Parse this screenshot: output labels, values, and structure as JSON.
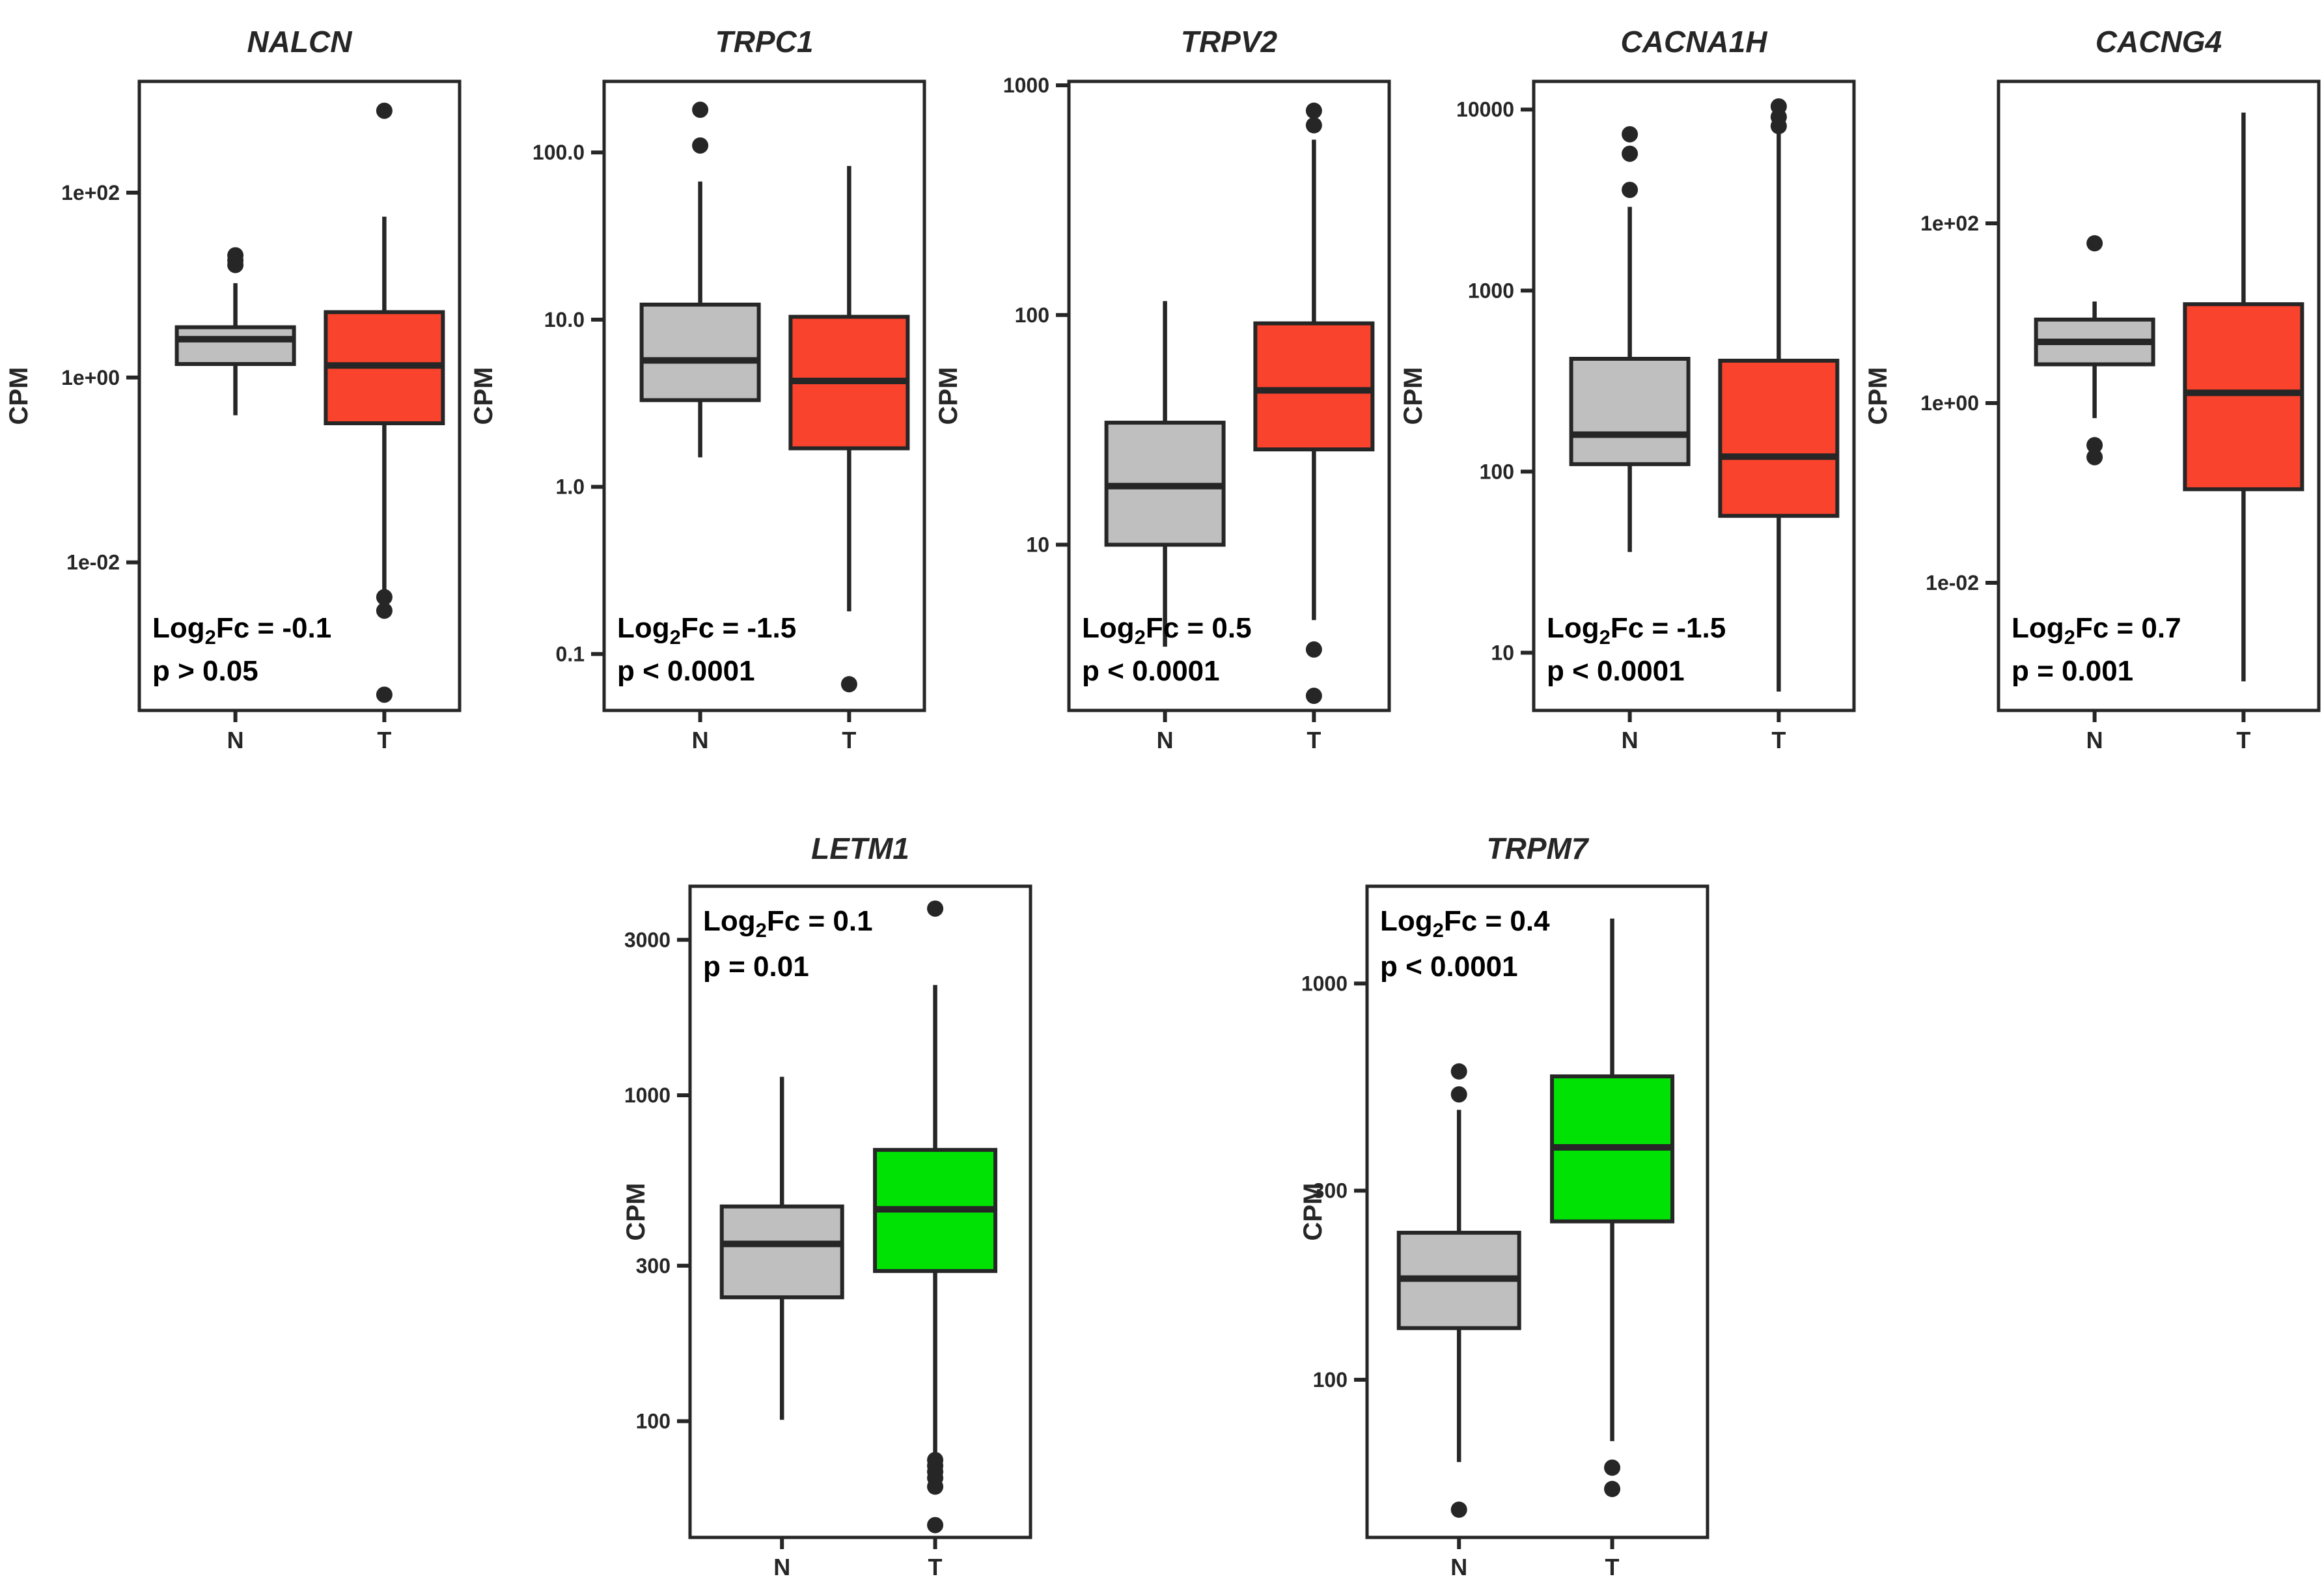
{
  "figure": {
    "ylab": "CPM",
    "x_categories": [
      "N",
      "T"
    ],
    "colors": {
      "background": "#FFFFFF",
      "stroke": "#262626",
      "gray": "#BFBFBF",
      "red": "#FA432D",
      "green": "#00E204"
    }
  },
  "chart_data": [
    {
      "type": "boxplot",
      "title": "NALCN",
      "ylabel": "CPM",
      "log_scale": true,
      "ylim": [
        0.00025,
        1600
      ],
      "yticks": [
        {
          "value": 100,
          "label": "1e+02"
        },
        {
          "value": 1,
          "label": "1e+00"
        },
        {
          "value": 0.01,
          "label": "1e-02"
        }
      ],
      "categories": [
        "N",
        "T"
      ],
      "series": [
        {
          "name": "N",
          "color_key": "gray",
          "whisker_low": 0.39,
          "q1": 1.4,
          "median": 2.6,
          "q3": 3.5,
          "whisker_high": 10.5,
          "outliers_high": [
            21,
            18.5,
            16.5
          ],
          "outliers_low": []
        },
        {
          "name": "T",
          "color_key": "red",
          "whisker_low": 0.0046,
          "q1": 0.32,
          "median": 1.35,
          "q3": 5.1,
          "whisker_high": 55,
          "outliers_high": [
            770
          ],
          "outliers_low": [
            0.0042,
            0.003,
            0.00037
          ]
        }
      ],
      "annotation": {
        "fc_prefix": "Log",
        "fc_sub": "2",
        "fc_rest": "Fc = -0.1",
        "p": "p > 0.05",
        "position": "bottom"
      },
      "row": 0,
      "col": 0
    },
    {
      "type": "boxplot",
      "title": "TRPC1",
      "ylabel": "CPM",
      "log_scale": true,
      "ylim": [
        0.046,
        266
      ],
      "yticks": [
        {
          "value": 100,
          "label": "100.0"
        },
        {
          "value": 10,
          "label": "10.0"
        },
        {
          "value": 1,
          "label": "1.0"
        },
        {
          "value": 0.1,
          "label": "0.1"
        }
      ],
      "categories": [
        "N",
        "T"
      ],
      "series": [
        {
          "name": "N",
          "color_key": "gray",
          "whisker_low": 1.5,
          "q1": 3.3,
          "median": 5.7,
          "q3": 12.3,
          "whisker_high": 67,
          "outliers_high": [
            180,
            110
          ],
          "outliers_low": []
        },
        {
          "name": "T",
          "color_key": "red",
          "whisker_low": 0.18,
          "q1": 1.7,
          "median": 4.3,
          "q3": 10.4,
          "whisker_high": 83,
          "outliers_high": [],
          "outliers_low": [
            0.066
          ]
        }
      ],
      "annotation": {
        "fc_prefix": "Log",
        "fc_sub": "2",
        "fc_rest": "Fc = -1.5",
        "p": "p < 0.0001",
        "position": "bottom"
      },
      "row": 0,
      "col": 1
    },
    {
      "type": "boxplot",
      "title": "TRPV2",
      "ylabel": "CPM",
      "log_scale": true,
      "ylim": [
        1.9,
        1040
      ],
      "yticks": [
        {
          "value": 1000,
          "label": "1000"
        },
        {
          "value": 100,
          "label": "100"
        },
        {
          "value": 10,
          "label": "10"
        }
      ],
      "categories": [
        "N",
        "T"
      ],
      "series": [
        {
          "name": "N",
          "color_key": "gray",
          "whisker_low": 3.6,
          "q1": 10,
          "median": 18,
          "q3": 34,
          "whisker_high": 115,
          "outliers_high": [],
          "outliers_low": []
        },
        {
          "name": "T",
          "color_key": "red",
          "whisker_low": 4.7,
          "q1": 26,
          "median": 47,
          "q3": 92,
          "whisker_high": 580,
          "outliers_high": [
            775,
            670
          ],
          "outliers_low": [
            3.5,
            2.2
          ]
        }
      ],
      "annotation": {
        "fc_prefix": "Log",
        "fc_sub": "2",
        "fc_rest": "Fc = 0.5",
        "p": "p < 0.0001",
        "position": "bottom"
      },
      "row": 0,
      "col": 2
    },
    {
      "type": "boxplot",
      "title": "CACNA1H",
      "ylabel": "CPM",
      "log_scale": true,
      "ylim": [
        4.8,
        14300
      ],
      "yticks": [
        {
          "value": 10000,
          "label": "10000"
        },
        {
          "value": 1000,
          "label": "1000"
        },
        {
          "value": 100,
          "label": "100"
        },
        {
          "value": 10,
          "label": "10"
        }
      ],
      "categories": [
        "N",
        "T"
      ],
      "series": [
        {
          "name": "N",
          "color_key": "gray",
          "whisker_low": 36,
          "q1": 110,
          "median": 160,
          "q3": 420,
          "whisker_high": 2900,
          "outliers_high": [
            7300,
            5700,
            3600
          ],
          "outliers_low": []
        },
        {
          "name": "T",
          "color_key": "red",
          "whisker_low": 6.1,
          "q1": 57,
          "median": 121,
          "q3": 410,
          "whisker_high": 7550,
          "outliers_high": [
            10400,
            9100,
            8100
          ],
          "outliers_low": []
        }
      ],
      "annotation": {
        "fc_prefix": "Log",
        "fc_sub": "2",
        "fc_rest": "Fc = -1.5",
        "p": "p < 0.0001",
        "position": "bottom"
      },
      "row": 0,
      "col": 3
    },
    {
      "type": "boxplot",
      "title": "CACNG4",
      "ylabel": "CPM",
      "log_scale": true,
      "ylim": [
        0.00038,
        3800
      ],
      "yticks": [
        {
          "value": 100,
          "label": "1e+02"
        },
        {
          "value": 1,
          "label": "1e+00"
        },
        {
          "value": 0.01,
          "label": "1e-02"
        }
      ],
      "categories": [
        "N",
        "T"
      ],
      "series": [
        {
          "name": "N",
          "color_key": "gray",
          "whisker_low": 0.68,
          "q1": 2.7,
          "median": 4.8,
          "q3": 8.5,
          "whisker_high": 13.5,
          "outliers_high": [
            60
          ],
          "outliers_low": [
            0.34,
            0.25
          ]
        },
        {
          "name": "T",
          "color_key": "red",
          "whisker_low": 0.0008,
          "q1": 0.11,
          "median": 1.3,
          "q3": 12.6,
          "whisker_high": 1710,
          "outliers_high": [],
          "outliers_low": []
        }
      ],
      "annotation": {
        "fc_prefix": "Log",
        "fc_sub": "2",
        "fc_rest": "Fc = 0.7",
        "p": "p = 0.001",
        "position": "bottom"
      },
      "row": 0,
      "col": 4
    },
    {
      "type": "boxplot",
      "title": "LETM1",
      "ylabel": "CPM",
      "log_scale": true,
      "ylim": [
        44,
        4380
      ],
      "yticks": [
        {
          "value": 3000,
          "label": "3000"
        },
        {
          "value": 1000,
          "label": "1000"
        },
        {
          "value": 300,
          "label": "300"
        },
        {
          "value": 100,
          "label": "100"
        }
      ],
      "categories": [
        "N",
        "T"
      ],
      "series": [
        {
          "name": "N",
          "color_key": "gray",
          "whisker_low": 101,
          "q1": 240,
          "median": 350,
          "q3": 456,
          "whisker_high": 1140,
          "outliers_high": [],
          "outliers_low": []
        },
        {
          "name": "T",
          "color_key": "green",
          "whisker_low": 80,
          "q1": 289,
          "median": 447,
          "q3": 680,
          "whisker_high": 2180,
          "outliers_high": [
            3740
          ],
          "outliers_low": [
            76,
            73,
            70,
            67,
            63,
            48
          ]
        }
      ],
      "annotation": {
        "fc_prefix": "Log",
        "fc_sub": "2",
        "fc_rest": "Fc = 0.1",
        "p": "p = 0.01",
        "position": "top"
      },
      "row": 1,
      "col": 0
    },
    {
      "type": "boxplot",
      "title": "TRPM7",
      "ylabel": "CPM",
      "log_scale": true,
      "ylim": [
        40,
        1760
      ],
      "yticks": [
        {
          "value": 1000,
          "label": "1000"
        },
        {
          "value": 300,
          "label": "300"
        },
        {
          "value": 100,
          "label": "100"
        }
      ],
      "categories": [
        "N",
        "T"
      ],
      "series": [
        {
          "name": "N",
          "color_key": "gray",
          "whisker_low": 62,
          "q1": 135,
          "median": 180,
          "q3": 235,
          "whisker_high": 480,
          "outliers_high": [
            600,
            525
          ],
          "outliers_low": [
            47
          ]
        },
        {
          "name": "T",
          "color_key": "green",
          "whisker_low": 70,
          "q1": 251,
          "median": 386,
          "q3": 583,
          "whisker_high": 1459,
          "outliers_high": [],
          "outliers_low": [
            60,
            53
          ]
        }
      ],
      "annotation": {
        "fc_prefix": "Log",
        "fc_sub": "2",
        "fc_rest": "Fc = 0.4",
        "p": "p < 0.0001",
        "position": "top"
      },
      "row": 1,
      "col": 1
    }
  ]
}
